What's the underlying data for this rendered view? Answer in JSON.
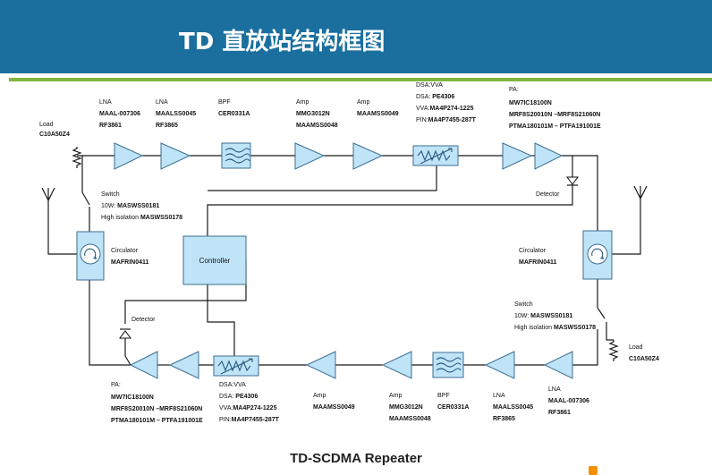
{
  "header": {
    "title": "TD 直放站结构框图"
  },
  "caption": "TD-SCDMA Repeater",
  "colors": {
    "header_bg": "#1a6f9e",
    "accent_bar": "#7fb63f",
    "component_fill": "#bfe3f7"
  },
  "top": {
    "load": {
      "t": "Load",
      "p": "C10A50Z4"
    },
    "lna1": {
      "t": "LNA",
      "p1": "MAAL-007306",
      "p2": "RF3861"
    },
    "lna2": {
      "t": "LNA",
      "p1": "MAALSS0045",
      "p2": "RF3865"
    },
    "bpf": {
      "t": "BPF",
      "p1": "CER0331A"
    },
    "amp1": {
      "t": "Amp",
      "p1": "MMG3012N",
      "p2": "MAAMSS0048"
    },
    "amp2": {
      "t": "Amp",
      "p1": "MAAMSS0049"
    },
    "dsa": {
      "t": "DSA:VVA",
      "l1": "DSA: ",
      "p1": "PE4306",
      "l2": "VVA:",
      "p2": "MA4P274-1225",
      "l3": "PIN:",
      "p3": "MA4P7455-287T"
    },
    "pa": {
      "t": "PA:",
      "p1": "MW7IC18100N",
      "p2": "MRF8S20010N –MRF8S21060N",
      "p3": "PTMA180101M – PTFA191001E"
    },
    "detector": "Detector",
    "switch": {
      "t": "Switch",
      "l1": "10W: ",
      "p1": "MASWSS0181",
      "l2": "High isolation ",
      "p2": "MASWSS0178"
    },
    "circulator": {
      "t": "Circulator",
      "p": "MAFRIN0411"
    }
  },
  "controller": "Controller",
  "bottom": {
    "circulator": {
      "t": "Circulator",
      "p": "MAFRIN0411"
    },
    "switch": {
      "t": "Switch",
      "l1": "10W: ",
      "p1": "MASWSS0181",
      "l2": "High isolation ",
      "p2": "MASWSS0178"
    },
    "load": {
      "t": "Load",
      "p": "C10A50Z4"
    },
    "detector": "Detector",
    "pa": {
      "t": "PA:",
      "p1": "MW7IC18100N",
      "p2": "MRF8S20010N –MRF8S21060N",
      "p3": "PTMA180101M – PTFA191001E"
    },
    "dsa": {
      "t": "DSA:VVA",
      "l1": "DSA: ",
      "p1": "PE4306",
      "l2": "VVA:",
      "p2": "MA4P274-1225",
      "l3": "PIN:",
      "p3": "MA4P7455-287T"
    },
    "amp1": {
      "t": "Amp",
      "p1": "MAAMSS0049"
    },
    "amp2": {
      "t": "Amp",
      "p1": "MMG3012N",
      "p2": "MAAMSS0048"
    },
    "bpf": {
      "t": "BPF",
      "p1": "CER0331A"
    },
    "lna2": {
      "t": "LNA",
      "p1": "MAALSS0045",
      "p2": "RF3865"
    },
    "lna1": {
      "t": "LNA",
      "p1": "MAAL-007306",
      "p2": "RF3861"
    }
  }
}
